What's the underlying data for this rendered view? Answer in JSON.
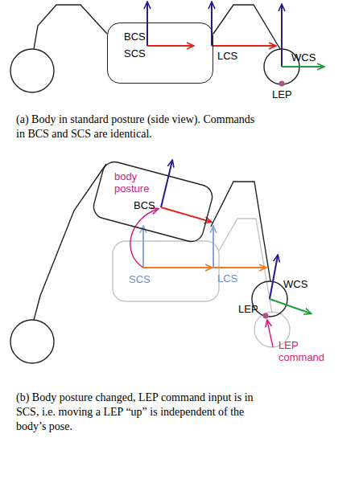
{
  "diagram": {
    "nodes": [
      {
        "text": [
          "BCS",
          "SCS"
        ]
      },
      {
        "text": [
          "body posture",
          "BCS"
        ]
      }
    ],
    "labels": [
      "LCS",
      "WCS",
      "LEP",
      "(a) Body in standard posture (side view). Commands in BCS and SCS are identical.",
      "SCS",
      "LCS",
      "WCS",
      "LEP",
      "LEP command",
      "(b) Body posture changed, LEP command input is in SCS, i.e. moving a LEP “up” is independent of the body’s pose."
    ]
  }
}
